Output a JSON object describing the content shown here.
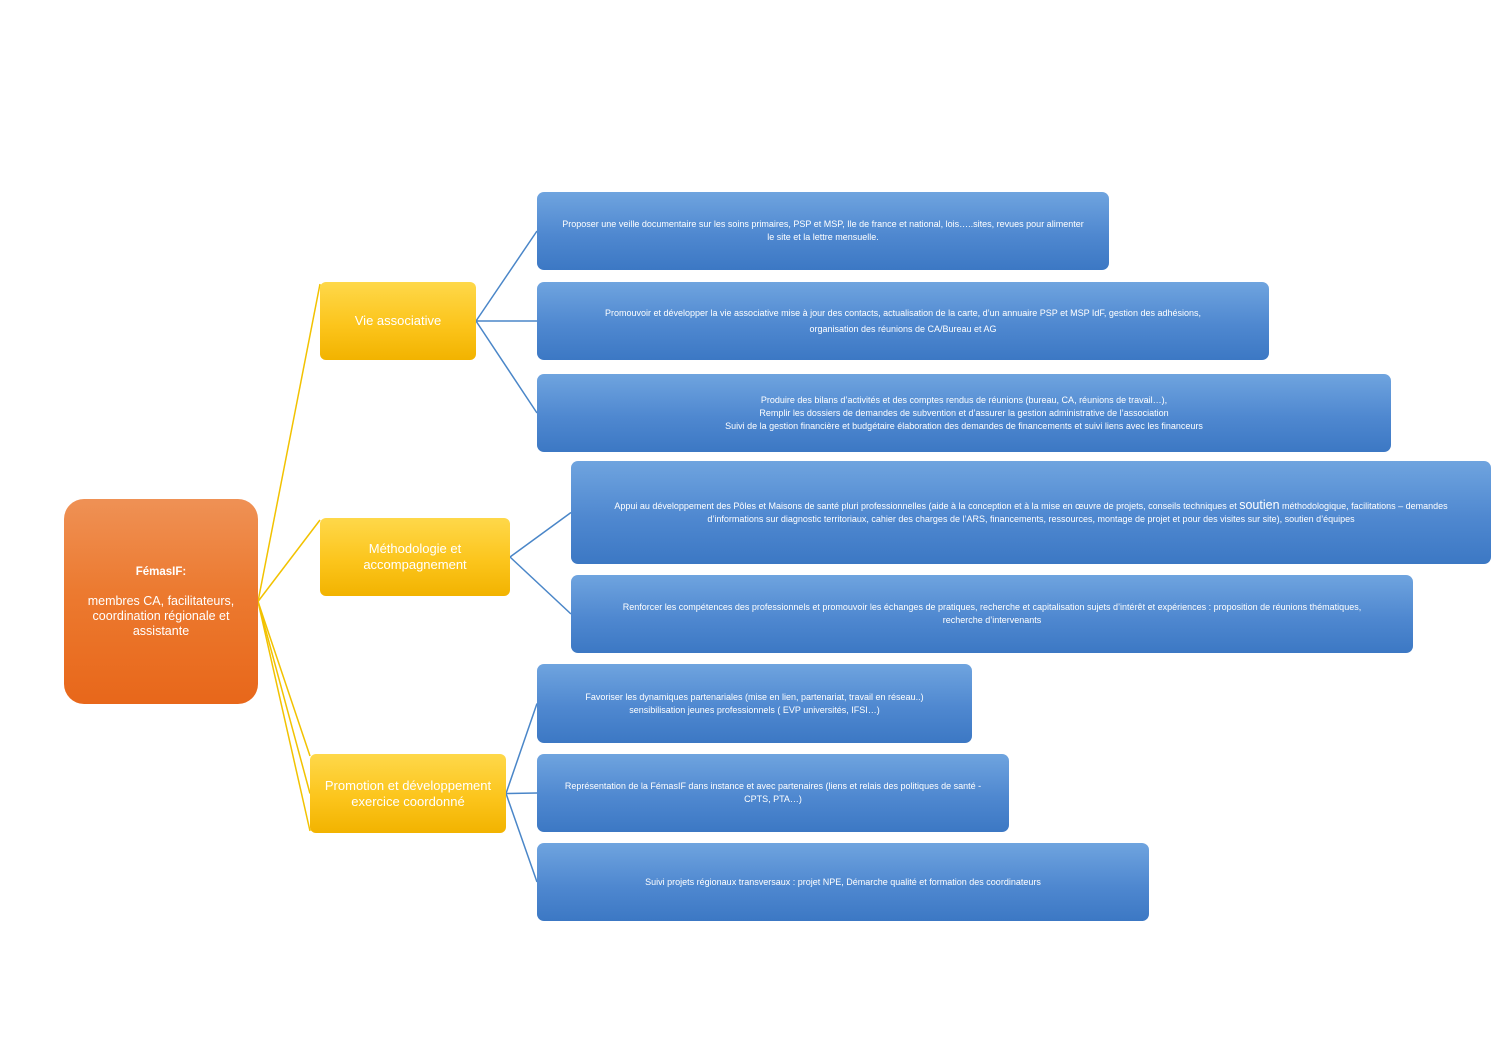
{
  "root": {
    "title": "FémasIF:",
    "subtitle": "membres CA, facilitateurs, coordination régionale et assistante",
    "color": "#ec7a30"
  },
  "colors": {
    "branch_line": "#f2c200",
    "leaf_line": "#4a86c8",
    "category_fill": "#fcc51c",
    "leaf_fill": "#4f88d0"
  },
  "categories": [
    {
      "label": "Vie associative",
      "items": [
        {
          "lines": [
            "Proposer une veille documentaire sur les soins primaires, PSP et MSP, Ile de france et national, lois…..sites, revues pour alimenter",
            "le site et la lettre mensuelle."
          ]
        },
        {
          "lines": [
            "Promouvoir et développer la vie associative mise à jour des contacts, actualisation de la carte, d’un annuaire PSP et MSP IdF, gestion des adhésions,",
            "organisation des réunions de CA/Bureau et AG"
          ]
        },
        {
          "lines": [
            "Produire des bilans d’activités et des comptes rendus de réunions (bureau, CA, réunions de travail…),",
            "Remplir les dossiers de demandes de subvention et d’assurer la gestion administrative de l’association",
            "Suivi de la gestion financière et budgétaire élaboration des demandes de financements et suivi liens avec les financeurs"
          ]
        }
      ]
    },
    {
      "label": "Méthodologie et accompagnement",
      "items": [
        {
          "line1_before": "Appui au développement des Pôles et Maisons de santé pluri professionnelles (aide à la conception et à la mise en œuvre de projets, conseils techniques et ",
          "line1_emph": "soutien",
          "line1_after": " méthodologique, facilitations – demandes",
          "line2": "d’informations sur diagnostic territoriaux, cahier des charges de l’ARS, financements, ressources, montage de projet et pour des visites sur site), soutien d’équipes"
        },
        {
          "lines": [
            "Renforcer les compétences des professionnels et promouvoir les échanges de pratiques, recherche et capitalisation sujets d’intérêt et expériences : proposition de réunions thématiques,",
            "recherche d’intervenants"
          ]
        }
      ]
    },
    {
      "label": "Promotion et développement exercice coordonné",
      "items": [
        {
          "lines": [
            "Favoriser les dynamiques partenariales (mise en lien, partenariat, travail en réseau..)",
            "sensibilisation jeunes professionnels ( EVP universités, IFSI…)"
          ]
        },
        {
          "lines": [
            "Représentation de la FémasIF dans instance et avec partenaires (liens et relais des politiques de santé -",
            "CPTS, PTA…)"
          ]
        },
        {
          "lines": [
            "Suivi projets régionaux transversaux : projet NPE, Démarche qualité et formation des coordinateurs"
          ]
        }
      ]
    }
  ]
}
